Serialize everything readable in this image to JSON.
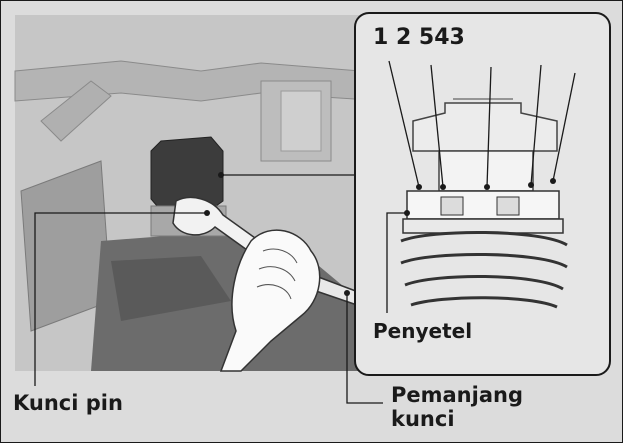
{
  "callouts": {
    "numbers": "1 2 543",
    "adjuster": "Penyetel",
    "pin_wrench": "Kunci pin",
    "extension_line1": "Pemanjang",
    "extension_line2": "kunci"
  },
  "colors": {
    "background": "#dcdcdc",
    "photo_panel": "#c6c6c6",
    "inset_panel": "#e6e6e6",
    "line": "#1a1a1a",
    "dark_part": "#3c3c3c"
  }
}
